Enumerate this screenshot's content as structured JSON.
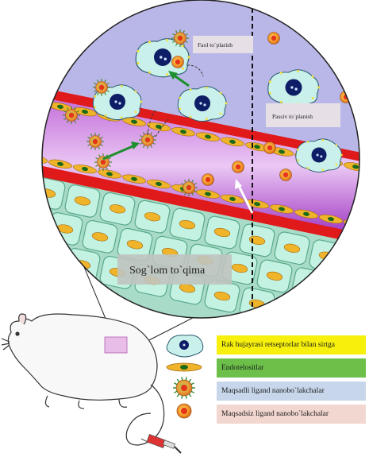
{
  "figure": {
    "labels": {
      "active_targeting": "Faol to`plarish",
      "passive_targeting": "Passiv to`planish",
      "healthy_tissue": "Sog`lom to`qima"
    },
    "legend": [
      {
        "icon": "cancer-cell-icon",
        "text": "Rak hujayrasi retseptorlar bilan sirtga",
        "color": "#f6f00c"
      },
      {
        "icon": "endothelial-cell-icon",
        "text": "Endotelositlar",
        "color": "#6cc04a"
      },
      {
        "icon": "targeted-nanoparticle-icon",
        "text": "Maqsadli ligand nanobo`lakchalar",
        "color": "#c7d6ea"
      },
      {
        "icon": "untargeted-nanoparticle-icon",
        "text": "Maqsadsiz ligand nanobo`lakchalar",
        "color": "#f2d6d0"
      }
    ],
    "colors": {
      "circle_bg": "#b9b7e7",
      "vessel_wall": "#e01a1a",
      "vessel_lumen": "#b23bcf",
      "cell_fill": "#c9f0ea",
      "nucleus": "#0d1d66",
      "endothelial": "#f0b42a",
      "tissue_cell": "#bdeedd"
    }
  }
}
